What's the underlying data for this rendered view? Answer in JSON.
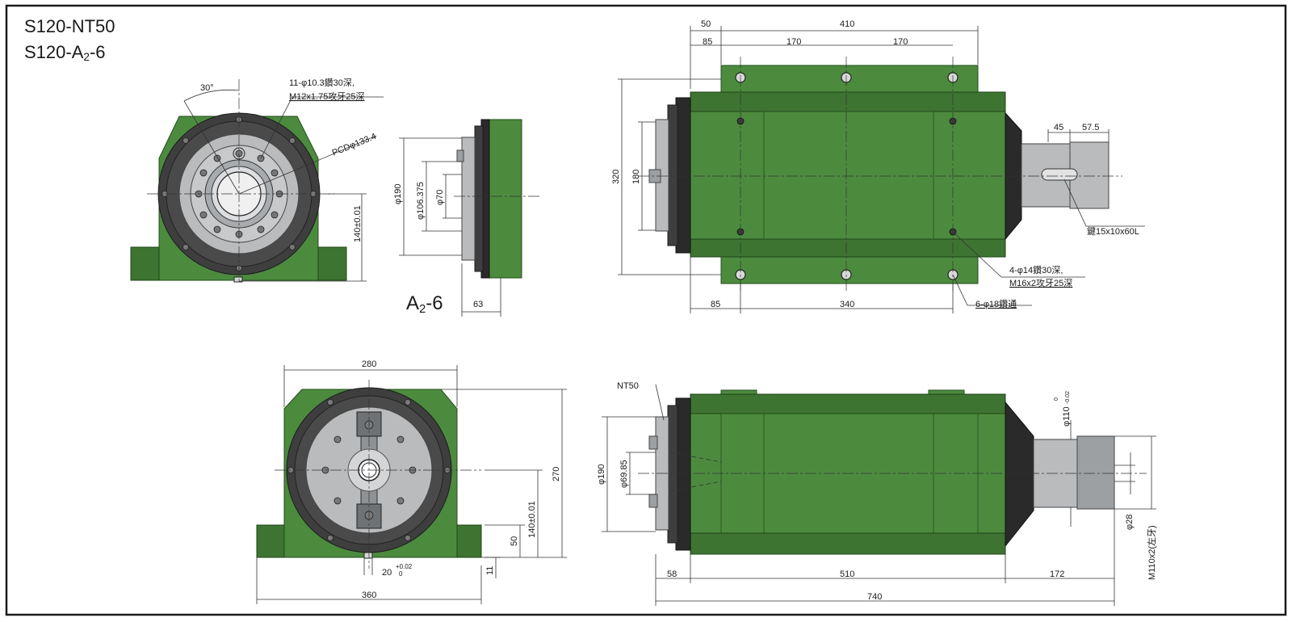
{
  "titles": {
    "line1": "S120-NT50",
    "line2_prefix": "S120-A",
    "line2_sub": "2",
    "line2_suffix": "-6"
  },
  "front_view": {
    "angle": "30°",
    "note_line1": "11-φ10.3鑽30深,",
    "note_line2": "M12x1.75攻牙25深",
    "pcd": "PCDφ133.4",
    "height": "140±0.01"
  },
  "spindle_nose": {
    "d190": "φ190",
    "d106": "φ106.375",
    "d70": "φ70",
    "depth": "63",
    "label_prefix": "A",
    "label_sub": "2",
    "label_suffix": "-6"
  },
  "top_view": {
    "d50": "50",
    "d410": "410",
    "d85_top": "85",
    "d170_a": "170",
    "d170_b": "170",
    "d320": "320",
    "d180": "180",
    "d45": "45",
    "d57_5": "57.5",
    "key": "鍵15x10x60L",
    "hole_note_line1": "4-φ14鑽30深,",
    "hole_note_line2": "M16x2攻牙25深",
    "d85_bottom": "85",
    "d340": "340",
    "through_holes": "6-φ18鑽通"
  },
  "end_view": {
    "d280": "280",
    "d270": "270",
    "d140": "140±0.01",
    "d50": "50",
    "d11": "11",
    "d20": "20",
    "d20_tol_upper": "+0.02",
    "d20_tol_lower": "0",
    "d360": "360"
  },
  "side_view": {
    "nt50": "NT50",
    "d190": "φ190",
    "d69": "φ69.85",
    "d110": "φ110",
    "d110_tol_upper": "0",
    "d110_tol_lower": "-0.02",
    "d28": "φ28",
    "thread": "M110x2(左牙)",
    "d58": "58",
    "d510": "510",
    "d172": "172",
    "d740": "740"
  },
  "colors": {
    "body_green": "#4c8b3e",
    "dark_ring": "#3e3e3e",
    "steel": "#b9bbbd",
    "frame": "#1a1a1a"
  }
}
